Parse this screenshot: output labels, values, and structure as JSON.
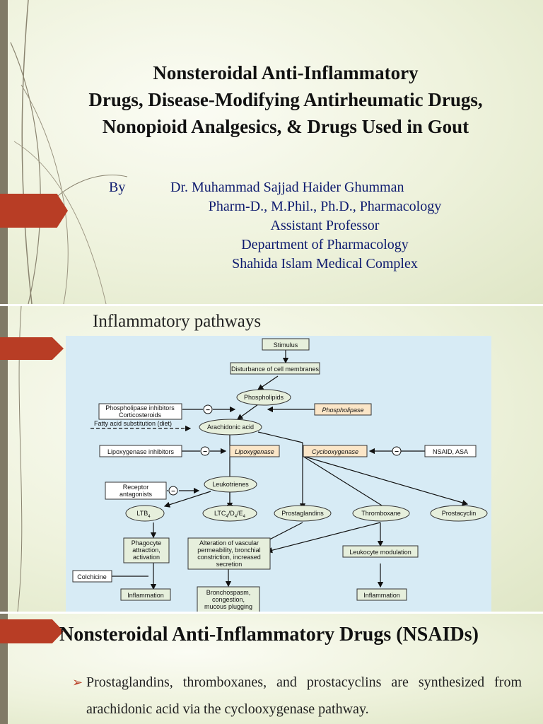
{
  "slide1": {
    "title_line1": "Nonsteroidal Anti-Inflammatory",
    "title_line2": "Drugs, Disease-Modifying Antirheumatic Drugs,",
    "title_line3": "Nonopioid Analgesics, & Drugs Used in Gout",
    "by": "By",
    "author_name": "Dr. Muhammad Sajjad Haider Ghumman",
    "author_degrees": "Pharm-D., M.Phil., Ph.D., Pharmacology",
    "author_position": "Assistant Professor",
    "author_department": "Department of Pharmacology",
    "author_institution": "Shahida Islam Medical Complex"
  },
  "slide2": {
    "title": "Inflammatory pathways",
    "diagram": {
      "stimulus": "Stimulus",
      "disturbance": "Disturbance of cell membranes",
      "phospholipids": "Phospholipids",
      "phospholipase_inhibitors_1": "Phospholipase inhibitors",
      "phospholipase_inhibitors_2": "Corticosteroids",
      "phospholipase": "Phospholipase",
      "fatty_acid": "Fatty acid substitution (diet)",
      "arachidonic": "Arachidonic acid",
      "lipoxygenase_inhibitors": "Lipoxygenase inhibitors",
      "lipoxygenase": "Lipoxygenase",
      "cyclooxygenase": "Cyclooxygenase",
      "nsaid": "NSAID, ASA",
      "receptor_1": "Receptor",
      "receptor_2": "antagonists",
      "leukotrienes": "Leukotrienes",
      "ltb4": "LTB",
      "ltb4_sub": "4",
      "ltc": "LTC",
      "ltc_sub1": "4",
      "ltc_mid1": "/D",
      "ltc_sub2": "4",
      "ltc_mid2": "/E",
      "ltc_sub3": "4",
      "prostaglandins": "Prostaglandins",
      "thromboxane": "Thromboxane",
      "prostacyclin": "Prostacyclin",
      "phagocyte_1": "Phagocyte",
      "phagocyte_2": "attraction,",
      "phagocyte_3": "activation",
      "alteration_1": "Alteration of vascular",
      "alteration_2": "permeability, bronchial",
      "alteration_3": "constriction, increased",
      "alteration_4": "secretion",
      "leukocyte": "Leukocyte modulation",
      "colchicine": "Colchicine",
      "inflammation_left": "Inflammation",
      "inflammation_right": "Inflammation",
      "broncho_1": "Bronchospasm,",
      "broncho_2": "congestion,",
      "broncho_3": "mucous plugging",
      "minus": "−"
    }
  },
  "slide3": {
    "title": "Nonsteroidal Anti-Inflammatory Drugs (NSAIDs)",
    "bullet_marker": "➢",
    "bullet_text": "Prostaglandins, thromboxanes, and prostacyclins are synthesized from arachidonic acid via the cyclooxygenase pathway."
  },
  "colors": {
    "accent": "#b83d25",
    "sidebar": "#807a66",
    "author_text": "#0d1a6e",
    "diagram_bg": "#d7ebf5",
    "node_fill": "#e6efdc",
    "enzyme_fill": "#fbe6c8"
  }
}
